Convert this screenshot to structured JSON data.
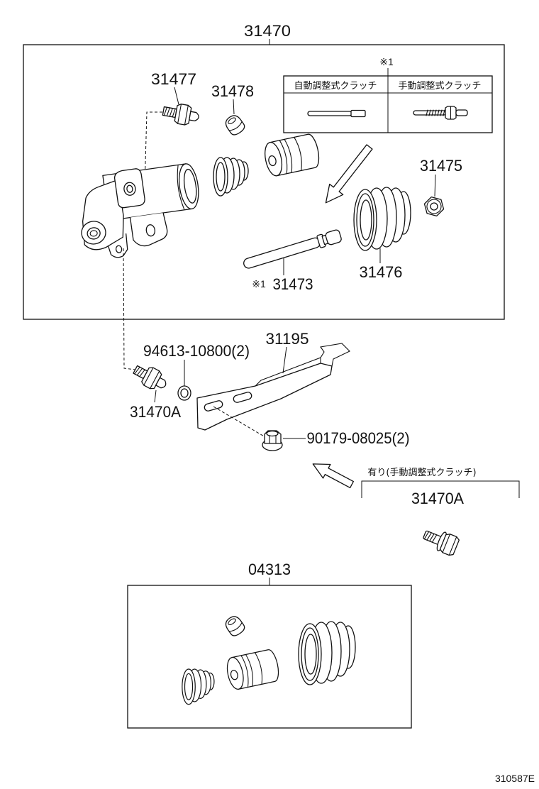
{
  "illustration_code": "310587E",
  "note_mark": "※1",
  "assemblies": {
    "release_cylinder": "31470",
    "repair_kit": "04313"
  },
  "callouts": {
    "p31477": "31477",
    "p31478": "31478",
    "p31475": "31475",
    "p31473": "31473",
    "p31476": "31476",
    "p31195": "31195",
    "p94613": "94613-10800(2)",
    "p31470A_fitting": "31470A",
    "p90179": "90179-08025(2)",
    "p31470A_option": "31470A"
  },
  "variant_table": {
    "auto_adjust": "自動調整式クラッチ",
    "manual_adjust": "手動調整式クラッチ"
  },
  "option_note": "有り(手動調整式クラッチ)"
}
